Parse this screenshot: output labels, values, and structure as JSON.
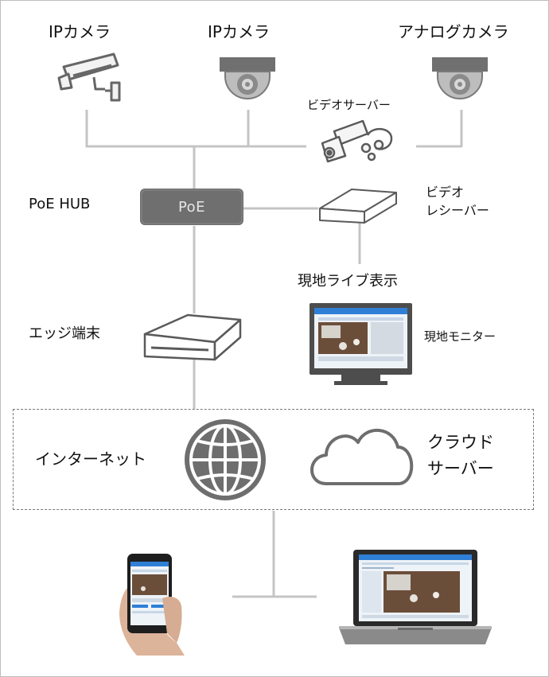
{
  "labels": {
    "ip_camera_1": "IPカメラ",
    "ip_camera_2": "IPカメラ",
    "analog_camera": "アナログカメラ",
    "video_server": "ビデオサーバー",
    "poe_hub": "PoE HUB",
    "poe_device": "PoE",
    "video_receiver": "ビデオ\nレシーバー",
    "local_live_display": "現地ライブ表示",
    "edge_terminal": "エッジ端末",
    "local_monitor": "現地モニター",
    "internet": "インターネット",
    "cloud_server": "クラウド\nサーバー"
  },
  "colors": {
    "line": "#c4c4c4",
    "device_gray": "#6e6e6e",
    "device_dark": "#555555",
    "screen_blue": "#2f7fd6",
    "outline": "#5a5a5a"
  },
  "icons": {
    "box_camera": "box-camera-icon",
    "dome_camera": "dome-camera-icon",
    "video_server": "video-server-icon",
    "poe_hub": "poe-hub-icon",
    "receiver": "receiver-box-icon",
    "edge_terminal": "edge-terminal-icon",
    "monitor": "monitor-icon",
    "globe": "globe-icon",
    "cloud": "cloud-icon",
    "smartphone": "smartphone-icon",
    "laptop": "laptop-icon"
  }
}
